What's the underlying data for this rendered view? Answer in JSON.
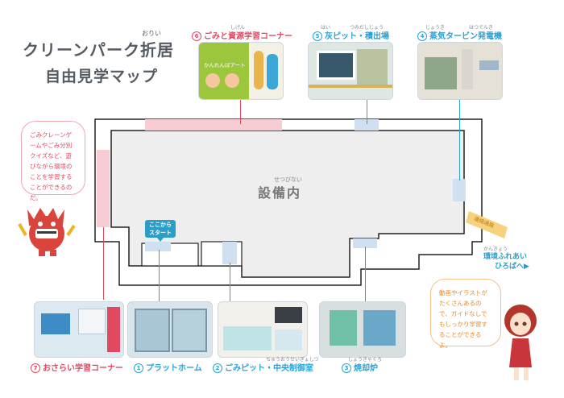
{
  "header": {
    "title_line1": "クリーンパーク折居",
    "title_ruby": "おりい",
    "title_line2": "自由見学マップ"
  },
  "stations": [
    {
      "id": "1",
      "label": "プラットホーム",
      "ruby": ""
    },
    {
      "id": "2",
      "label": "ごみピット・中央制御室",
      "ruby": "ちゅうおうせいぎょしつ"
    },
    {
      "id": "3",
      "label": "焼却炉",
      "ruby": "しょうきゃくろ"
    },
    {
      "id": "4",
      "label": "蒸気タービン発電機",
      "ruby": "じょうき　　　　　はつでんき"
    },
    {
      "id": "5",
      "label": "灰ピット・積出場",
      "ruby": "はい　　　　つみだしじょう"
    },
    {
      "id": "6",
      "label": "ごみと資源学習コーナー",
      "ruby": "しげん"
    },
    {
      "id": "7",
      "label": "おさらい学習コーナー",
      "ruby": ""
    }
  ],
  "photo6_text": "かんれんぼアート",
  "facility": {
    "inside_label": "設備内",
    "inside_ruby": "せつびない",
    "start_button": "ここから\nスタート",
    "passage_label": "連絡通路",
    "exit_label_line1": "環境ふれあい",
    "exit_label_ruby": "かんきょう",
    "exit_label_line2": "ひろばへ▶"
  },
  "bubbles": {
    "left": "ごみクレーンゲームやごみ分別クイズなど、遊びながら環境のことを学習することができるのだ。",
    "right": "動画やイラストがたくさんあるので、ガイドなしでもしっかり学習することができるよ。"
  },
  "colors": {
    "blue": "#27a3d6",
    "pink": "#e0495f",
    "zone_blue": "#cfe1f1",
    "zone_pink": "#f7cdd3",
    "building": "#eeeeee"
  }
}
